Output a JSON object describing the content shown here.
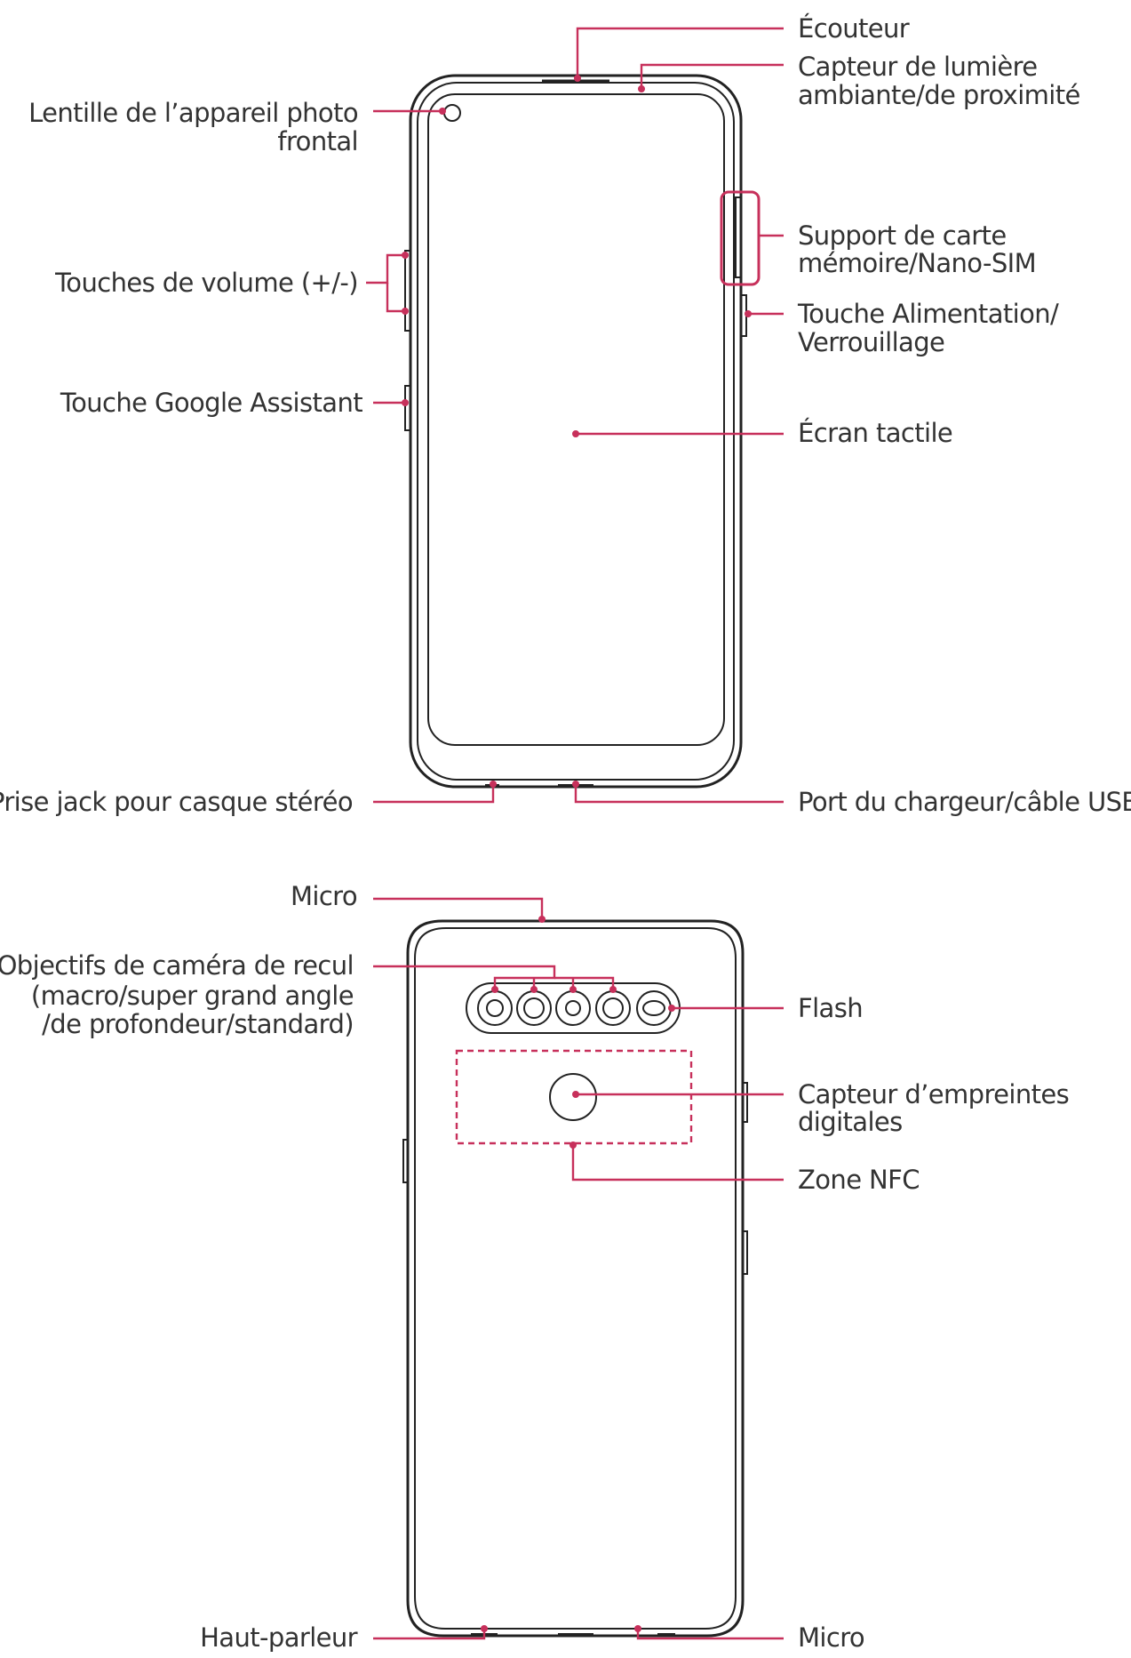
{
  "colors": {
    "accent": "#c7305b",
    "outline": "#222222",
    "text": "#333333"
  },
  "front": {
    "earpiece": "Écouteur",
    "light_sensor_1": "Capteur de lumière",
    "light_sensor_2": "ambiante/de proximité",
    "front_camera_1": "Lentille de l’appareil photo",
    "front_camera_2": "frontal",
    "card_tray_1": "Support de carte",
    "card_tray_2": "mémoire/Nano-SIM",
    "volume_keys": "Touches de volume (+/-)",
    "power_key_1": "Touche Alimentation/",
    "power_key_2": "Verrouillage",
    "assistant_key": "Touche Google Assistant",
    "touch_screen": "Écran tactile",
    "headset_jack": "Prise jack pour casque stéréo",
    "charger_port": "Port du chargeur/câble USB"
  },
  "back": {
    "microphone_top": "Micro",
    "rear_cameras_1": "Objectifs de caméra de recul",
    "rear_cameras_2": "(macro/super grand angle",
    "rear_cameras_3": "/de profondeur/standard)",
    "flash": "Flash",
    "fingerprint_1": "Capteur d’empreintes",
    "fingerprint_2": "digitales",
    "nfc_area": "Zone NFC",
    "speaker": "Haut-parleur",
    "microphone_bottom": "Micro"
  }
}
